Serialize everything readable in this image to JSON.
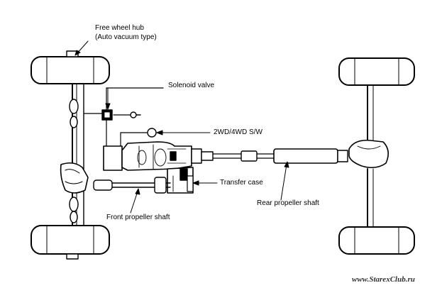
{
  "labels": {
    "hub_line1": "Free wheel hub",
    "hub_line2": "(Auto vacuum type)",
    "solenoid": "Solenoid valve",
    "switch": "2WD/4WD S/W",
    "transfer": "Transfer case",
    "rear_shaft": "Rear propeller shaft",
    "front_shaft": "Front propeller shaft"
  },
  "watermark": "www.StarexClub.ru",
  "colors": {
    "ink": "#000000",
    "tire_fill": "#ffffff",
    "background": "#ffffff"
  }
}
